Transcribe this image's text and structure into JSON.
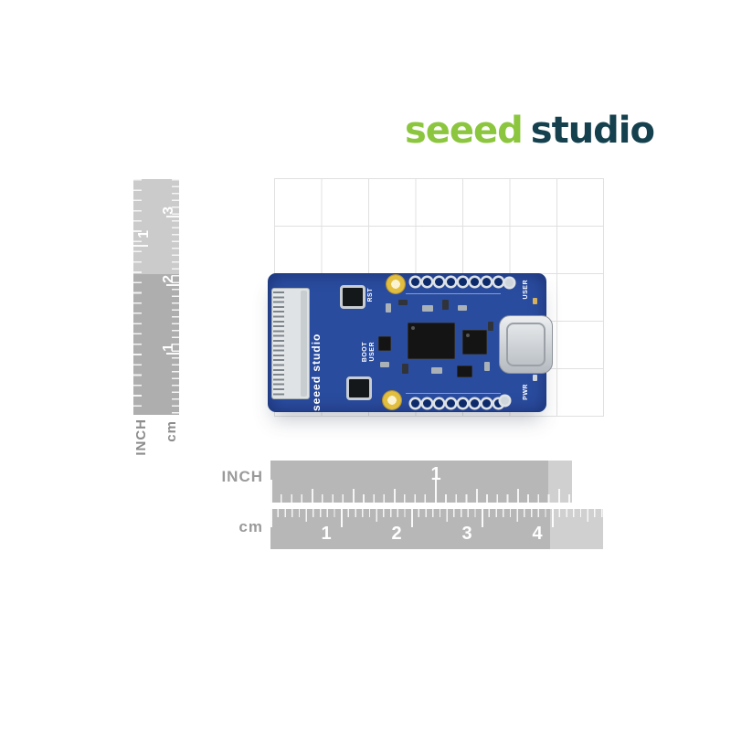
{
  "logo": {
    "part1": "seeed",
    "part2": "studio"
  },
  "rulers": {
    "vertical": {
      "inch_label": "INCH",
      "cm_label": "cm",
      "inch_numbers": [
        "1"
      ],
      "cm_numbers": [
        "3",
        "2",
        "1"
      ]
    },
    "inch": {
      "label": "INCH",
      "numbers": [
        "1"
      ]
    },
    "cm": {
      "label": "cm",
      "numbers": [
        "1",
        "2",
        "3",
        "4"
      ]
    }
  },
  "board": {
    "brand": "seeed studio",
    "rst_label": "RST",
    "boot_label": "BOOT",
    "user_button_label": "USER",
    "user_led_label": "USER",
    "pwr_led_label": "PWR"
  },
  "colors": {
    "logo_green": "#8CC63F",
    "logo_dark": "#15414E",
    "board_blue": "#2A4C9F",
    "gold_pad": "#E2BE3F",
    "ruler_gray": "#B7B7B7"
  }
}
